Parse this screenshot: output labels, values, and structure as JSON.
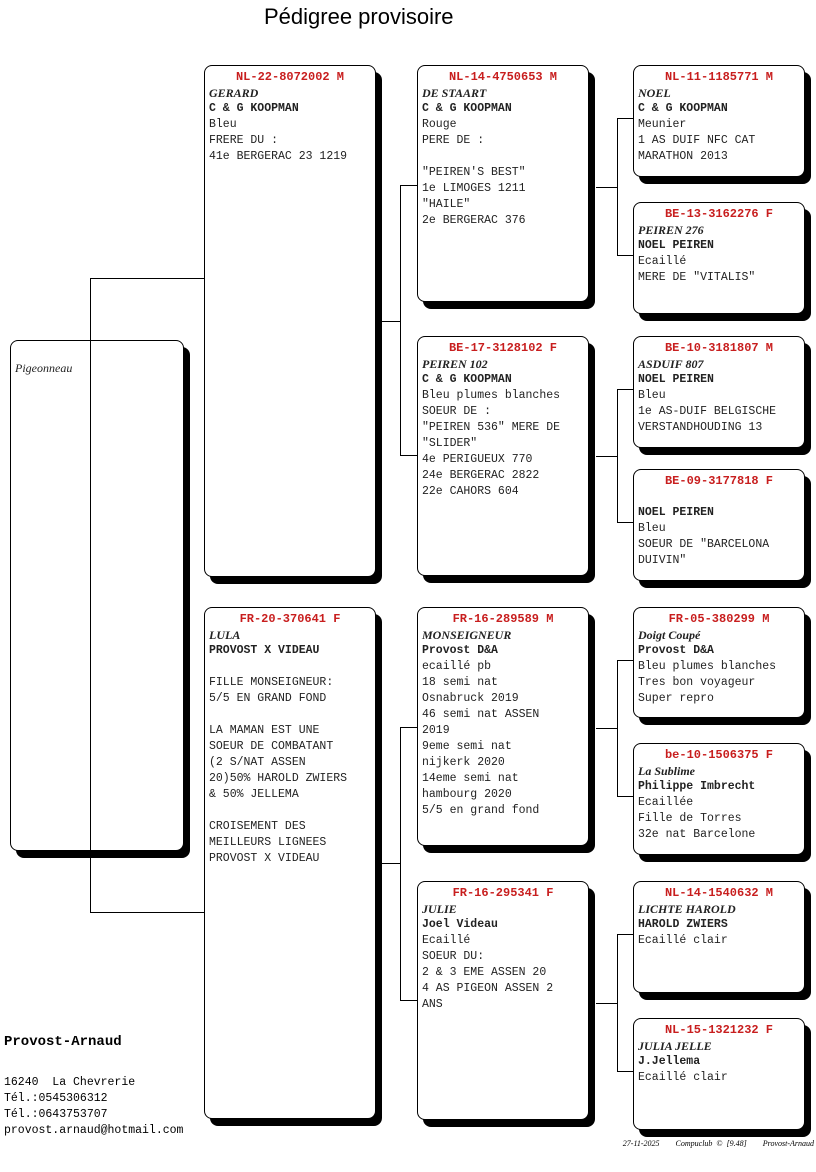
{
  "title": "Pédigree provisoire",
  "subject": {
    "label": "Pigeonneau"
  },
  "birds": [
    {
      "id": "NL-22-8072002 M",
      "lines": [
        {
          "t": "GERARD",
          "s": "name"
        },
        {
          "t": "C & G KOOPMAN",
          "s": "breeder"
        },
        {
          "t": "Bleu"
        },
        {
          "t": "FRERE DU :"
        },
        {
          "t": "41e BERGERAC 23 1219"
        }
      ]
    },
    {
      "id": "FR-20-370641 F",
      "lines": [
        {
          "t": "LULA",
          "s": "name"
        },
        {
          "t": "PROVOST X VIDEAU",
          "s": "breeder"
        },
        {
          "t": ""
        },
        {
          "t": "FILLE MONSEIGNEUR:"
        },
        {
          "t": "5/5 EN GRAND FOND"
        },
        {
          "t": ""
        },
        {
          "t": "LA MAMAN EST UNE"
        },
        {
          "t": "SOEUR DE COMBATANT"
        },
        {
          "t": "(2 S/NAT ASSEN"
        },
        {
          "t": "20)50% HAROLD ZWIERS"
        },
        {
          "t": "& 50% JELLEMA"
        },
        {
          "t": ""
        },
        {
          "t": "CROISEMENT DES"
        },
        {
          "t": "MEILLEURS LIGNEES"
        },
        {
          "t": "PROVOST X VIDEAU"
        }
      ]
    },
    {
      "id": "NL-14-4750653 M",
      "lines": [
        {
          "t": "DE STAART",
          "s": "name"
        },
        {
          "t": "C & G KOOPMAN",
          "s": "breeder"
        },
        {
          "t": "Rouge"
        },
        {
          "t": "PERE DE :"
        },
        {
          "t": ""
        },
        {
          "t": "\"PEIREN'S BEST\""
        },
        {
          "t": "1e LIMOGES 1211"
        },
        {
          "t": "\"HAILE\""
        },
        {
          "t": "2e BERGERAC 376"
        }
      ]
    },
    {
      "id": "BE-17-3128102 F",
      "lines": [
        {
          "t": "PEIREN 102",
          "s": "name"
        },
        {
          "t": "C & G KOOPMAN",
          "s": "breeder"
        },
        {
          "t": "Bleu plumes blanches"
        },
        {
          "t": "SOEUR DE :"
        },
        {
          "t": "\"PEIREN 536\" MERE DE"
        },
        {
          "t": "\"SLIDER\""
        },
        {
          "t": "4e PERIGUEUX 770"
        },
        {
          "t": "24e BERGERAC 2822"
        },
        {
          "t": "22e CAHORS 604"
        }
      ]
    },
    {
      "id": "FR-16-289589 M",
      "lines": [
        {
          "t": "MONSEIGNEUR",
          "s": "name"
        },
        {
          "t": "Provost D&A",
          "s": "breeder"
        },
        {
          "t": "ecaillé pb"
        },
        {
          "t": "18 semi nat"
        },
        {
          "t": "Osnabruck 2019"
        },
        {
          "t": "46 semi nat ASSEN"
        },
        {
          "t": "2019"
        },
        {
          "t": "9eme semi nat"
        },
        {
          "t": "nijkerk 2020"
        },
        {
          "t": "14eme semi nat"
        },
        {
          "t": "hambourg 2020"
        },
        {
          "t": "5/5 en grand fond"
        }
      ]
    },
    {
      "id": "FR-16-295341 F",
      "lines": [
        {
          "t": "JULIE",
          "s": "name"
        },
        {
          "t": "Joel Videau",
          "s": "breeder"
        },
        {
          "t": "Ecaillé"
        },
        {
          "t": "SOEUR DU:"
        },
        {
          "t": "2 & 3 EME ASSEN 20"
        },
        {
          "t": "4 AS PIGEON ASSEN 2"
        },
        {
          "t": "ANS"
        }
      ]
    },
    {
      "id": "NL-11-1185771 M",
      "lines": [
        {
          "t": "NOEL",
          "s": "name"
        },
        {
          "t": "C & G KOOPMAN",
          "s": "breeder"
        },
        {
          "t": "Meunier"
        },
        {
          "t": "1 AS DUIF NFC CAT"
        },
        {
          "t": "MARATHON 2013"
        }
      ]
    },
    {
      "id": "BE-13-3162276 F",
      "lines": [
        {
          "t": "PEIREN 276",
          "s": "name"
        },
        {
          "t": "NOEL PEIREN",
          "s": "breeder"
        },
        {
          "t": "Ecaillé"
        },
        {
          "t": "MERE DE \"VITALIS\""
        }
      ]
    },
    {
      "id": "BE-10-3181807 M",
      "lines": [
        {
          "t": "ASDUIF 807",
          "s": "name"
        },
        {
          "t": "NOEL PEIREN",
          "s": "breeder"
        },
        {
          "t": "Bleu"
        },
        {
          "t": "1e AS-DUIF BELGISCHE"
        },
        {
          "t": "VERSTANDHOUDING 13"
        }
      ]
    },
    {
      "id": "BE-09-3177818 F",
      "lines": [
        {
          "t": "",
          "s": "name"
        },
        {
          "t": "NOEL PEIREN",
          "s": "breeder"
        },
        {
          "t": "Bleu"
        },
        {
          "t": "SOEUR DE \"BARCELONA"
        },
        {
          "t": "DUIVIN\""
        }
      ]
    },
    {
      "id": "FR-05-380299 M",
      "lines": [
        {
          "t": "Doigt Coupé",
          "s": "name"
        },
        {
          "t": "Provost D&A",
          "s": "breeder"
        },
        {
          "t": "Bleu plumes blanches"
        },
        {
          "t": "Tres bon voyageur"
        },
        {
          "t": "Super repro"
        }
      ]
    },
    {
      "id": "be-10-1506375 F",
      "lines": [
        {
          "t": "La Sublime",
          "s": "name"
        },
        {
          "t": "Philippe Imbrecht",
          "s": "breeder"
        },
        {
          "t": "Ecaillée"
        },
        {
          "t": "Fille de Torres"
        },
        {
          "t": "32e nat Barcelone"
        }
      ]
    },
    {
      "id": "NL-14-1540632 M",
      "lines": [
        {
          "t": "LICHTE HAROLD",
          "s": "name"
        },
        {
          "t": "HAROLD ZWIERS",
          "s": "breeder"
        },
        {
          "t": "Ecaillé clair"
        }
      ]
    },
    {
      "id": "NL-15-1321232 F",
      "lines": [
        {
          "t": "JULIA JELLE",
          "s": "name"
        },
        {
          "t": "J.Jellema",
          "s": "breeder"
        },
        {
          "t": "Ecaillé clair"
        }
      ]
    }
  ],
  "owner": {
    "name": "Provost-Arnaud",
    "address": "16240  La Chevrerie",
    "phone1": "Tél.:0545306312",
    "phone2": "Tél.:0643753707",
    "email": "provost.arnaud@hotmail.com"
  },
  "footer": {
    "date": "27-11-2025",
    "software": "Compuclub © [9.48]",
    "owner": "Provost-Arnaud"
  }
}
